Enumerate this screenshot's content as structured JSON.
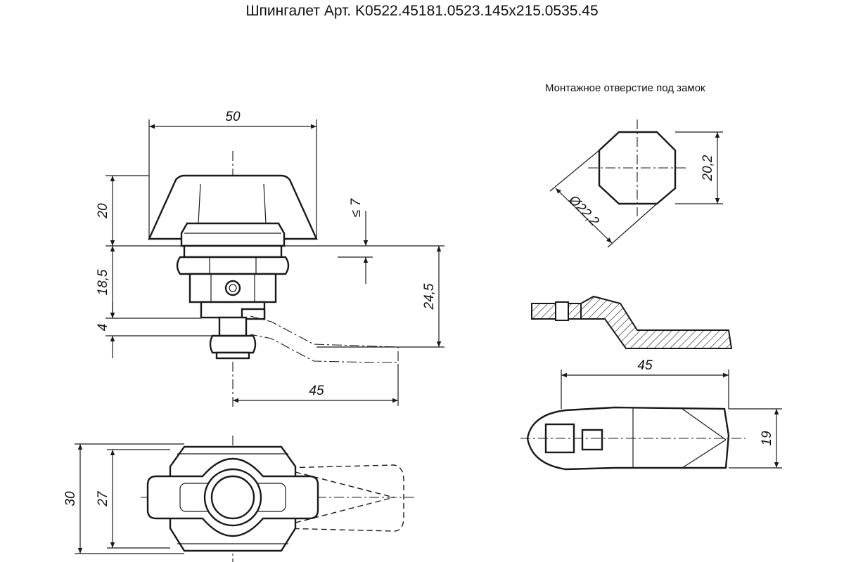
{
  "title": "Шпингалет Арт. K0522.45181.0523.145x215.0535.45",
  "mounting_hole_label": "Монтажное отверстие под замок",
  "dimensions": {
    "front_width": "50",
    "knob_height": "20",
    "body_height": "18,5",
    "tongue_offset": "4",
    "panel_thickness": "≤ 7",
    "total_depth": "24,5",
    "tongue_length": "45",
    "hole_width": "20,2",
    "hole_diameter": "Ø22,2",
    "cam_length": "45",
    "cam_width": "19",
    "plan_outer_height": "30",
    "plan_inner_height": "27"
  }
}
